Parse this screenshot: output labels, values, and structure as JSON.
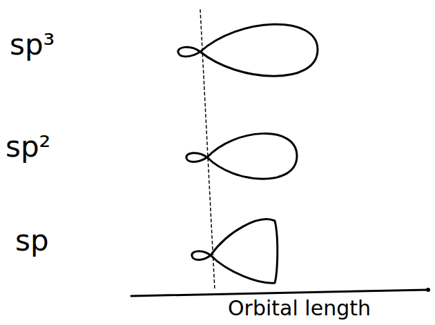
{
  "diagram": {
    "labels": [
      "sp³",
      "sp²",
      "sp",
      "Orbital length"
    ]
  }
}
